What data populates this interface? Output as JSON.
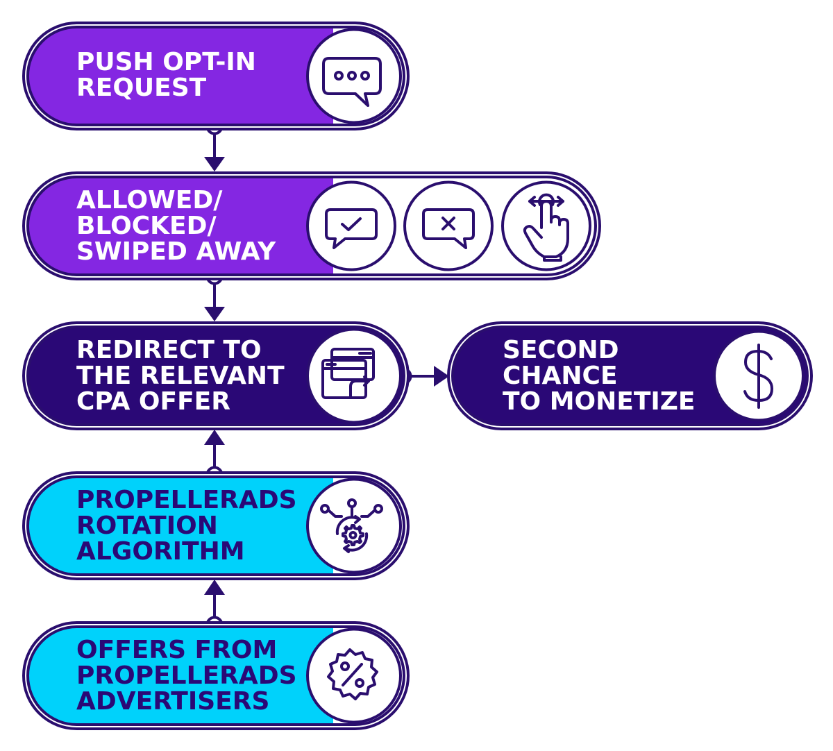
{
  "colors": {
    "outline": "#2a0e6e",
    "violet": "#8427e2",
    "navy": "#2a0876",
    "cyan": "#00d2fb",
    "white": "#ffffff"
  },
  "nodes": [
    {
      "id": "push-opt-in",
      "lines": [
        "PUSH OPT-IN",
        "REQUEST"
      ],
      "icons": [
        "chat-bubble-dots-icon"
      ]
    },
    {
      "id": "allowed-blocked-swiped",
      "lines": [
        "ALLOWED/",
        "BLOCKED/",
        "SWIPED AWAY"
      ],
      "icons": [
        "chat-bubble-check-icon",
        "chat-bubble-x-icon",
        "swipe-hand-icon"
      ]
    },
    {
      "id": "redirect-cpa",
      "lines": [
        "REDIRECT TO",
        "THE RELEVANT",
        "CPA OFFER"
      ],
      "icons": [
        "browser-redirect-icon"
      ]
    },
    {
      "id": "second-chance",
      "lines": [
        "SECOND",
        "CHANCE",
        "TO MONETIZE"
      ],
      "icons": [
        "dollar-icon"
      ]
    },
    {
      "id": "rotation-algorithm",
      "lines": [
        "PROPELLERADS",
        "ROTATION",
        "ALGORITHM"
      ],
      "icons": [
        "algorithm-gear-icon"
      ]
    },
    {
      "id": "advertiser-offers",
      "lines": [
        "OFFERS FROM",
        "PROPELLERADS",
        "ADVERTISERS"
      ],
      "icons": [
        "percent-badge-icon"
      ]
    }
  ],
  "edges": [
    {
      "from": "push-opt-in",
      "to": "allowed-blocked-swiped"
    },
    {
      "from": "allowed-blocked-swiped",
      "to": "redirect-cpa"
    },
    {
      "from": "redirect-cpa",
      "to": "second-chance"
    },
    {
      "from": "rotation-algorithm",
      "to": "redirect-cpa"
    },
    {
      "from": "advertiser-offers",
      "to": "rotation-algorithm"
    }
  ]
}
